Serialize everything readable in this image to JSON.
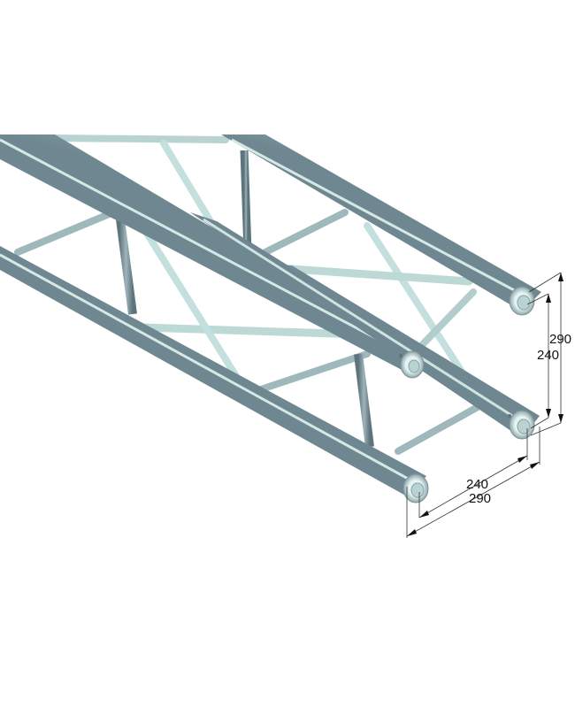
{
  "diagram": {
    "subject": "square-truss-section",
    "colors": {
      "background": "#ffffff",
      "tube_light": "#dff3ee",
      "tube_mid": "#a9bfc4",
      "tube_dark": "#6f8790",
      "dimension_line": "#333333"
    },
    "dimensions": {
      "height_outer": "290",
      "height_inner": "240",
      "width_inner": "240",
      "width_outer": "290"
    }
  }
}
